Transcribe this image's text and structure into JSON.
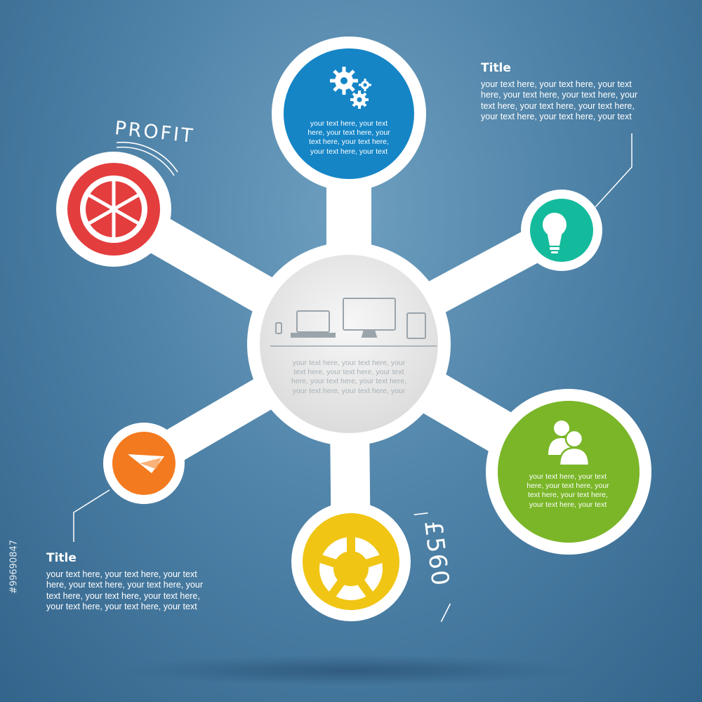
{
  "colors": {
    "background": "#4f83a8",
    "network": "#ffffff",
    "blue": "#1585c6",
    "red": "#e43d3e",
    "teal": "#13bb9c",
    "green": "#7ab628",
    "yellow": "#f0c514",
    "orange": "#f47a1f",
    "center": "#ececec"
  },
  "nodes": {
    "top": {
      "color": "blue",
      "icon": "gears-icon",
      "text": [
        "your text here, your text",
        "here, your text here, your",
        "text here, your text here,",
        "your text here, your text"
      ]
    },
    "center": {
      "icon": "devices-icon",
      "text": [
        "your text here, your text here, your",
        "text here, your text here, your text",
        "here, your text here, your text here,",
        "your text here, your text here, your"
      ]
    },
    "profit": {
      "color": "red",
      "icon": "pie-chart-icon",
      "label": "PROFIT"
    },
    "idea": {
      "color": "teal",
      "icon": "lightbulb-icon"
    },
    "people": {
      "color": "green",
      "icon": "users-icon",
      "text": [
        "your text here, your text",
        "here, your text here, your",
        "text here, your text here,",
        "your text here, your text"
      ]
    },
    "money": {
      "color": "yellow",
      "icon": "lifebuoy-icon",
      "label": "£560"
    },
    "send": {
      "color": "orange",
      "icon": "paper-plane-icon"
    }
  },
  "callouts": {
    "top_right": {
      "title": "Title",
      "lines": [
        "your text here, your text here, your text",
        "here, your text here, your text here, your",
        "text here, your text here, your text here,",
        "your text here, your text here, your text"
      ]
    },
    "bottom_left": {
      "title": "Title",
      "lines": [
        "your text here, your text here, your text",
        "here, your text here, your text here, your",
        "text here, your text here, your text here,",
        "your text here, your text here, your text"
      ]
    }
  },
  "watermark": "#99690847"
}
